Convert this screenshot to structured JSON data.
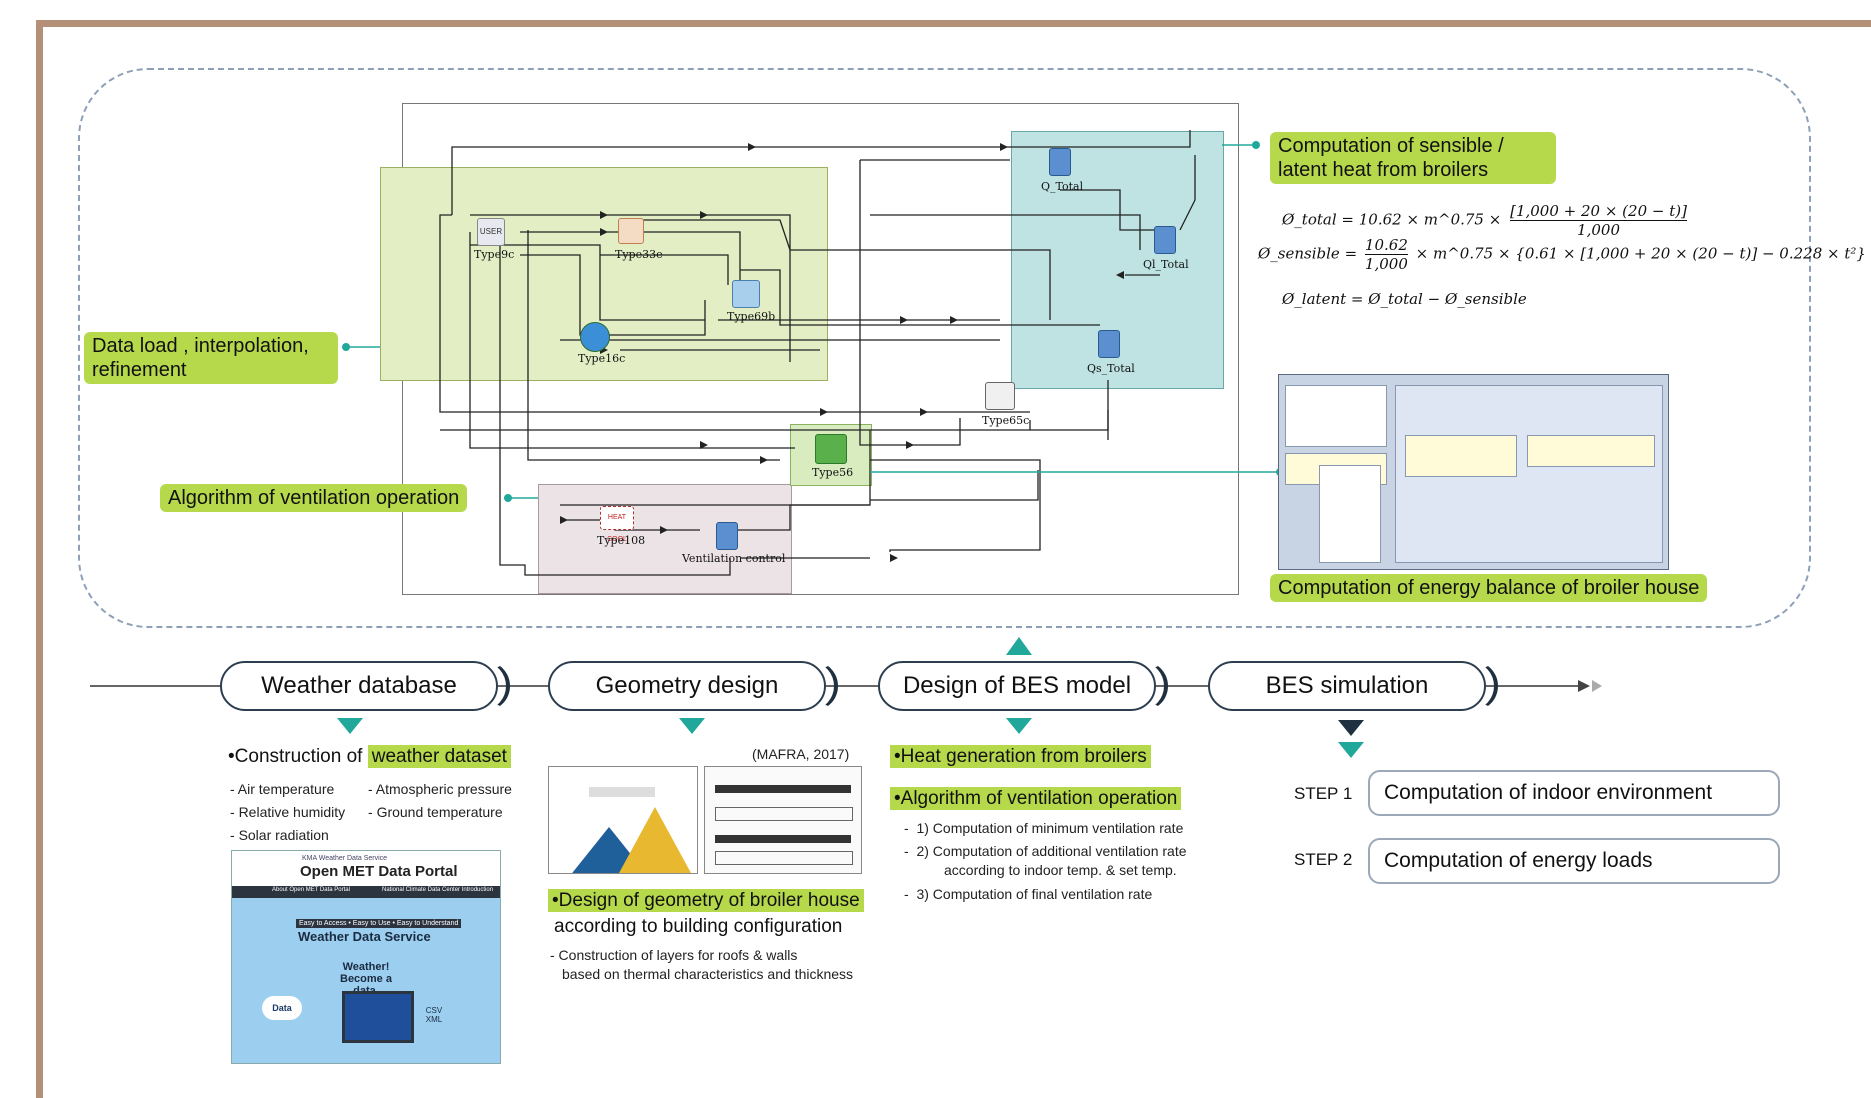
{
  "callouts": {
    "sensible_latent": "Computation of sensible / latent heat from broilers",
    "data_load": "Data load , interpolation, refinement",
    "ventilation_algo": "Algorithm of ventilation operation",
    "energy_balance": "Computation of energy balance of broiler house"
  },
  "equations": {
    "total_lhs": "Ø_total = 10.62 × m^0.75 ×",
    "total_num": "[1,000 + 20 × (20 − t)]",
    "total_den": "1,000",
    "sensible_lhs": "Ø_sensible =",
    "sensible_num": "10.62",
    "sensible_den": "1,000",
    "sensible_rhs": "× m^0.75 × {0.61 × [1,000 + 20 × (20 − t)] − 0.228 × t²}",
    "latent": "Ø_latent = Ø_total − Ø_sensible"
  },
  "components": {
    "type9c": "Type9c",
    "type33e": "Type33e",
    "type69b": "Type69b",
    "type16c": "Type16c",
    "q_total": "Q_Total",
    "ql_total": "Ql_Total",
    "qs_total": "Qs_Total",
    "type65c": "Type65c",
    "type56": "Type56",
    "type108": "Type108",
    "vent_control": "Ventilation control"
  },
  "pipeline": {
    "stages": [
      "Weather database",
      "Geometry design",
      "Design of BES model",
      "BES simulation"
    ]
  },
  "weather": {
    "heading_prefix": "•Construction of",
    "heading_hl": "weather dataset",
    "items": [
      "Air temperature",
      "Atmospheric pressure",
      "Relative humidity",
      "Ground temperature",
      "Solar radiation"
    ],
    "portal_title": "Open MET Data Portal",
    "portal_small": "KMA Weather Data Service",
    "portal_tab1": "About Open MET Data Portal",
    "portal_tab2": "National Climate Data Center Introduction",
    "portal_tagline": "Easy to Access • Easy to Use • Easy to Understand",
    "portal_service": "Weather Data Service",
    "portal_slogan": "Weather! Become a data.",
    "portal_data": "Data",
    "portal_csv": "CSV XML"
  },
  "geometry": {
    "source": "(MAFRA, 2017)",
    "heading_hl": "•Design of geometry of broiler house",
    "heading_rest": "according to building configuration",
    "note_line1": "- Construction of layers for roofs & walls",
    "note_line2": "based on thermal characteristics and thickness"
  },
  "bes_model": {
    "heat_gen": "•Heat generation from broilers",
    "vent_algo": "•Algorithm of ventilation operation",
    "steps": [
      "1) Computation of minimum ventilation rate",
      "2) Computation of additional ventilation rate",
      "according to indoor temp. & set temp.",
      "3) Computation of final ventilation rate"
    ]
  },
  "simulation": {
    "step1_label": "STEP 1",
    "step1_text": "Computation of indoor environment",
    "step2_label": "STEP 2",
    "step2_text": "Computation of energy loads"
  },
  "colors": {
    "accent_green": "#b6d94c",
    "teal": "#22a89a",
    "navy": "#1f3140",
    "frame": "#b39077"
  }
}
